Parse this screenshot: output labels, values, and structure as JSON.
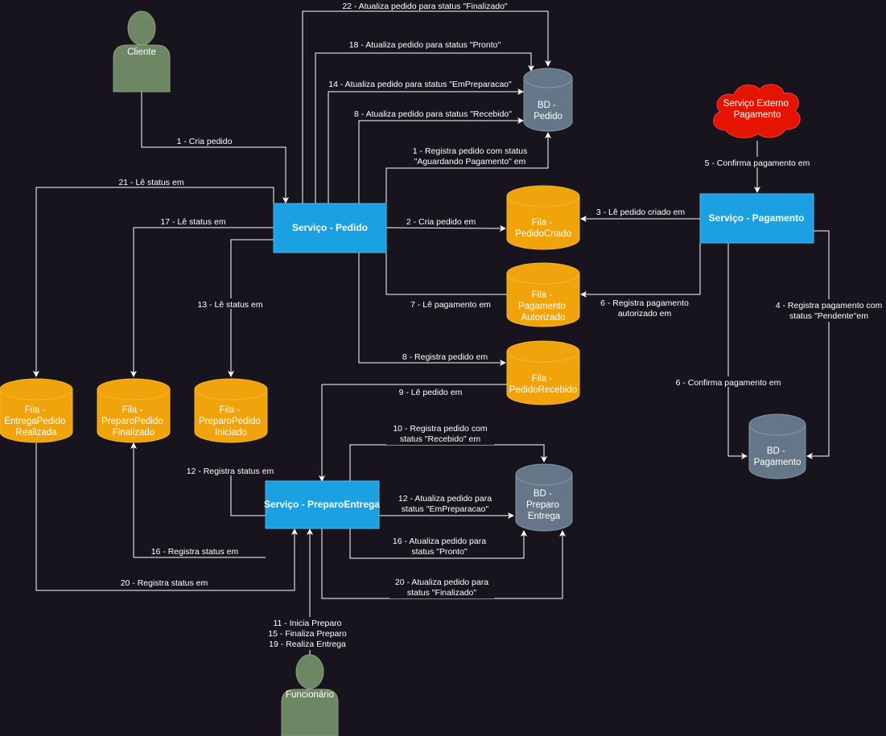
{
  "colors": {
    "background": "#18141d",
    "service": "#1ba1e2",
    "queue": "#f0a30a",
    "database": "#647687",
    "actor": "#6d8764",
    "external": "#e51400",
    "edge": "#ffffff"
  },
  "actors": {
    "cliente": "Cliente",
    "funcionario": "Funcionário"
  },
  "external": {
    "pagamento": [
      "Serviço Externo",
      "Pagamento"
    ]
  },
  "services": {
    "pedido": "Serviço - Pedido",
    "pagamento": "Serviço - Pagamento",
    "preparo": "Serviço - PreparoEntrega"
  },
  "databases": {
    "pedido": [
      "BD -",
      "Pedido"
    ],
    "pagamento": [
      "BD -",
      "Pagamento"
    ],
    "preparo": [
      "BD -",
      "Preparo",
      "Entrega"
    ]
  },
  "queues": {
    "pedido_criado": [
      "Fila -",
      "PedidoCriado"
    ],
    "pagamento_autorizado": [
      "Fila -",
      "Pagamento",
      "Autorizado"
    ],
    "pedido_recebido": [
      "Fila -",
      "PedidoRecebido"
    ],
    "entrega_realizada": [
      "Fila -",
      "EntregaPedido",
      "Realizada"
    ],
    "preparo_finalizado": [
      "Fila -",
      "PreparoPedido",
      "Finalizado"
    ],
    "preparo_iniciado": [
      "Fila -",
      "PreparoPedido",
      "Iniciado"
    ]
  },
  "edge_labels": {
    "e22": [
      "22 - Atualiza pedido para status \"Finalizado\""
    ],
    "e18": [
      "18 - Atualiza pedido para status \"Pronto\""
    ],
    "e14": [
      "14 - Atualiza pedido para status \"EmPreparacao\""
    ],
    "e8_bd": [
      "8 - Atualiza pedido para status \"Recebido\""
    ],
    "e1_bd": [
      "1 - Registra pedido com status",
      "\"Aguardando Pagamento\" em"
    ],
    "e1_cria": [
      "1 - Cria pedido"
    ],
    "e21": [
      "21 - Lê status em"
    ],
    "e17": [
      "17 - Lê status em"
    ],
    "e13": [
      "13 - Lê status em"
    ],
    "e2": [
      "2 - Cria pedido em"
    ],
    "e7": [
      "7 - Lê pagamento em"
    ],
    "e8_fila": [
      "8 - Registra pedido em"
    ],
    "e9": [
      "9 - Lê pedido em"
    ],
    "e3": [
      "3 - Lê pedido criado em"
    ],
    "e5": [
      "5 - Confirma pagamento em"
    ],
    "e6_reg": [
      "6 - Registra pagamento",
      "autorizado em"
    ],
    "e4": [
      "4 - Registra pagamento com",
      "status \"Pendente\"em"
    ],
    "e6_conf": [
      "6 - Confirma pagamento em"
    ],
    "e10": [
      "10 - Registra pedido com",
      "status \"Recebido\" em"
    ],
    "e12_reg": [
      "12 - Registra status em"
    ],
    "e12_bd": [
      "12 - Atualiza pedido para",
      "status \"EmPreparacao\""
    ],
    "e16_bd": [
      "16 - Atualiza pedido para",
      "status \"Pronto\""
    ],
    "e16_reg": [
      "16 - Registra status em"
    ],
    "e20_reg": [
      "20 - Registra status em"
    ],
    "e20_bd": [
      "20 - Atualiza pedido para",
      "status \"Finalizado\""
    ],
    "func_actions": [
      "11 - Inicia Preparo",
      "15 - Finaliza Preparo",
      "19 - Realiza Entrega"
    ]
  }
}
